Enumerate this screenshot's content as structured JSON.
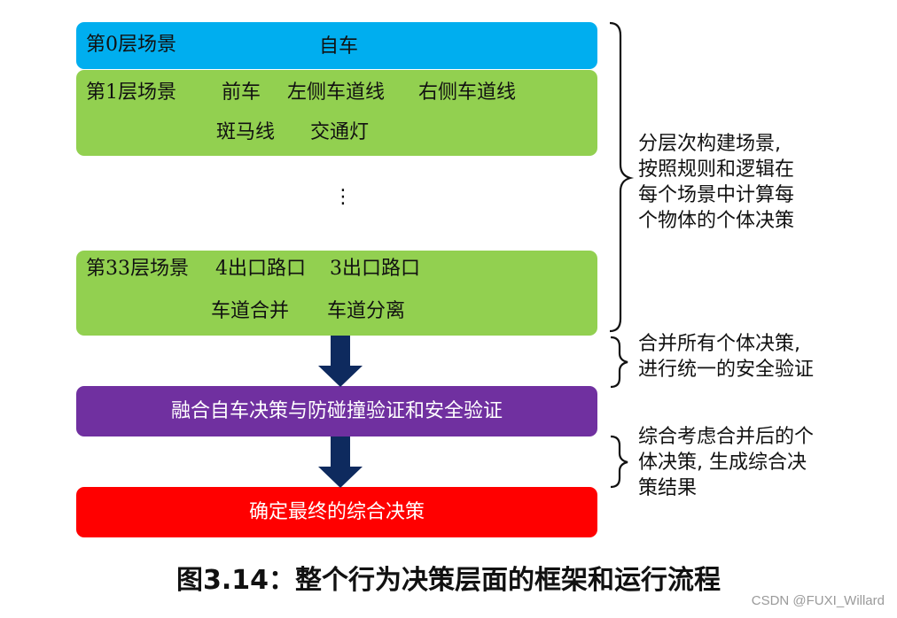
{
  "layers": {
    "layer0": {
      "label": "第0层场景",
      "items": [
        "自车"
      ]
    },
    "layer1": {
      "label": "第1层场景",
      "items": [
        "前车",
        "左侧车道线",
        "右侧车道线",
        "斑马线",
        "交通灯"
      ]
    },
    "ellipsis": "⋮",
    "layer33": {
      "label": "第33层场景",
      "items": [
        "4出口路口",
        "3出口路口",
        "车道合并",
        "车道分离"
      ]
    }
  },
  "fusion_box": "融合自车决策与防碰撞验证和安全验证",
  "final_box": "确定最终的综合决策",
  "notes": {
    "n1": [
      "分层次构建场景,",
      "按照规则和逻辑在",
      "每个场景中计算每",
      "个物体的个体决策"
    ],
    "n2": [
      "合并所有个体决策,",
      "进行统一的安全验证"
    ],
    "n3": [
      "综合考虑合并后的个",
      "体决策, 生成综合决",
      "策结果"
    ]
  },
  "caption": "图3.14：整个行为决策层面的框架和运行流程",
  "watermark": "CSDN @FUXI_Willard",
  "colors": {
    "layer0": "#00aeef",
    "layer_green": "#92d050",
    "fusion": "#7030a0",
    "final": "#ff0000",
    "arrow": "#0e2a5e"
  }
}
